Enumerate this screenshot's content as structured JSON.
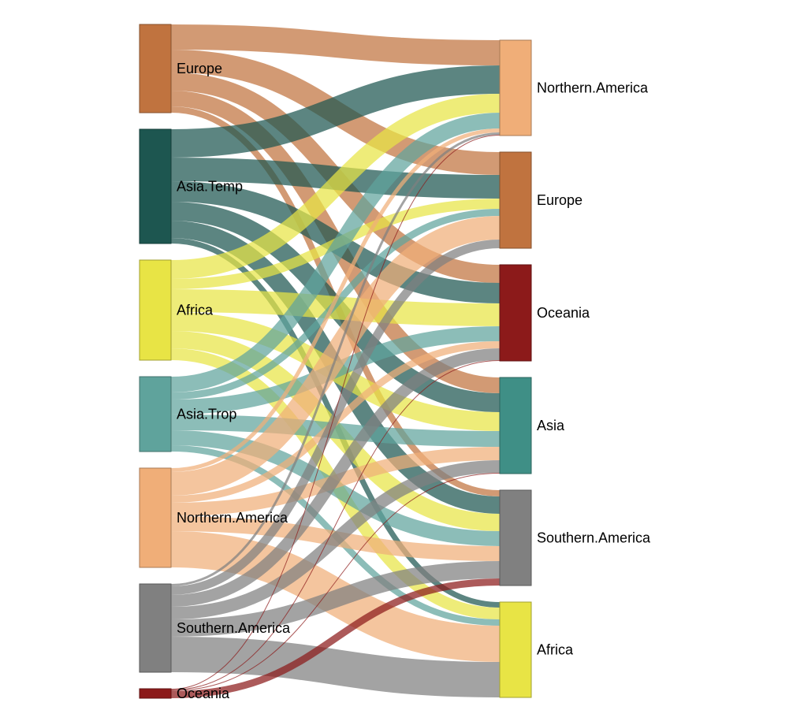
{
  "chart_data": {
    "type": "sankey",
    "title": "",
    "sources": [
      {
        "name": "Europe",
        "color": "#c0733f"
      },
      {
        "name": "Asia.Temp",
        "color": "#1d5650"
      },
      {
        "name": "Africa",
        "color": "#e8e445"
      },
      {
        "name": "Asia.Trop",
        "color": "#5fa39c"
      },
      {
        "name": "Northern.America",
        "color": "#f0ae78"
      },
      {
        "name": "Southern.America",
        "color": "#808080"
      },
      {
        "name": "Oceania",
        "color": "#8c1a1a"
      }
    ],
    "targets": [
      {
        "name": "Northern.America",
        "color": "#f0ae78"
      },
      {
        "name": "Europe",
        "color": "#c0733f"
      },
      {
        "name": "Oceania",
        "color": "#8c1a1a"
      },
      {
        "name": "Asia",
        "color": "#3f8f86"
      },
      {
        "name": "Southern.America",
        "color": "#808080"
      },
      {
        "name": "Africa",
        "color": "#e8e445"
      }
    ],
    "links": [
      [
        "Europe",
        "Northern.America",
        32
      ],
      [
        "Europe",
        "Europe",
        29
      ],
      [
        "Europe",
        "Oceania",
        23
      ],
      [
        "Europe",
        "Asia",
        20
      ],
      [
        "Europe",
        "Southern.America",
        8
      ],
      [
        "Asia.Temp",
        "Northern.America",
        36
      ],
      [
        "Asia.Temp",
        "Europe",
        30
      ],
      [
        "Asia.Temp",
        "Oceania",
        26
      ],
      [
        "Asia.Temp",
        "Asia",
        24
      ],
      [
        "Asia.Temp",
        "Southern.America",
        22
      ],
      [
        "Asia.Temp",
        "Africa",
        7
      ],
      [
        "Africa",
        "Northern.America",
        24
      ],
      [
        "Africa",
        "Europe",
        13
      ],
      [
        "Africa",
        "Oceania",
        29
      ],
      [
        "Africa",
        "Asia",
        24
      ],
      [
        "Africa",
        "Southern.America",
        22
      ],
      [
        "Africa",
        "Africa",
        15
      ],
      [
        "Asia.Trop",
        "Northern.America",
        20
      ],
      [
        "Asia.Trop",
        "Europe",
        9
      ],
      [
        "Asia.Trop",
        "Oceania",
        19
      ],
      [
        "Asia.Trop",
        "Asia",
        20
      ],
      [
        "Asia.Trop",
        "Southern.America",
        19
      ],
      [
        "Asia.Trop",
        "Africa",
        8
      ],
      [
        "Northern.America",
        "Northern.America",
        5
      ],
      [
        "Northern.America",
        "Europe",
        30
      ],
      [
        "Northern.America",
        "Oceania",
        9
      ],
      [
        "Northern.America",
        "Asia",
        17
      ],
      [
        "Northern.America",
        "Southern.America",
        19
      ],
      [
        "Northern.America",
        "Africa",
        46
      ],
      [
        "Southern.America",
        "Northern.America",
        3
      ],
      [
        "Southern.America",
        "Europe",
        11
      ],
      [
        "Southern.America",
        "Oceania",
        15
      ],
      [
        "Southern.America",
        "Asia",
        16
      ],
      [
        "Southern.America",
        "Southern.America",
        22
      ],
      [
        "Southern.America",
        "Africa",
        45
      ],
      [
        "Oceania",
        "Northern.America",
        1
      ],
      [
        "Oceania",
        "Oceania",
        1
      ],
      [
        "Oceania",
        "Asia",
        1
      ],
      [
        "Oceania",
        "Southern.America",
        9
      ]
    ]
  }
}
